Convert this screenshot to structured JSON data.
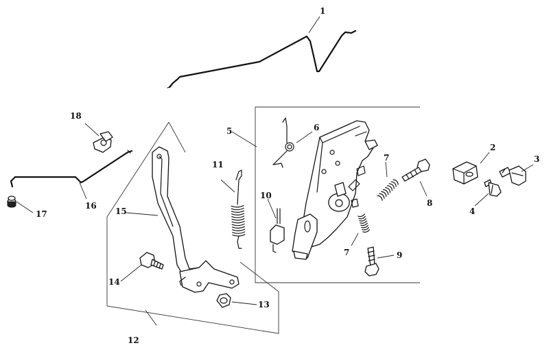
{
  "callouts": {
    "c1": "1",
    "c2": "2",
    "c3": "3",
    "c4": "4",
    "c5": "5",
    "c6": "6",
    "c7a": "7",
    "c7b": "7",
    "c8": "8",
    "c9": "9",
    "c10": "10",
    "c11": "11",
    "c12": "12",
    "c13": "13",
    "c14": "14",
    "c15": "15",
    "c16": "16",
    "c17": "17",
    "c18": "18"
  }
}
